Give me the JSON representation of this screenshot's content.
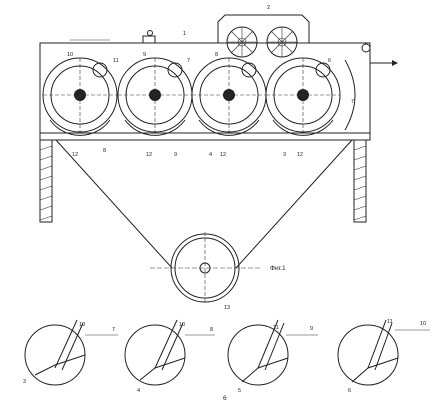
{
  "figure": {
    "caption": "Фиг.1",
    "detail_caption": "6"
  },
  "labels": {
    "l1": "1",
    "l2": "2",
    "l3": "3",
    "l4": "4",
    "l5": "5",
    "l6": "6",
    "l7": "7",
    "l8": "8",
    "l9": "9",
    "l10": "10",
    "l11": "11",
    "l12": "12",
    "l12b": "12",
    "l12c": "12",
    "l12d": "12",
    "l8b": "8",
    "l9b": "9",
    "l10b": "10",
    "l3b": "3",
    "l4b": "4",
    "l6b": "6",
    "l7b": "7",
    "l13": "13"
  },
  "details": [
    {
      "lower": "3",
      "upper": "7",
      "mid": "10"
    },
    {
      "lower": "4",
      "upper": "8",
      "mid": "10"
    },
    {
      "lower": "5",
      "upper": "9",
      "mid": "11"
    },
    {
      "lower": "6",
      "upper": "10",
      "mid": "11"
    }
  ]
}
